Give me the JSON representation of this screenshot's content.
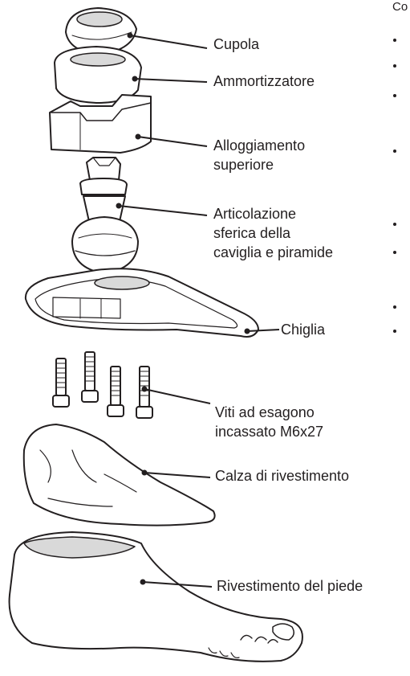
{
  "header_fragment": "Co",
  "labels": {
    "cupola": "Cupola",
    "ammortizzatore": "Ammortizzatore",
    "alloggiamento": [
      "Alloggiamento",
      "superiore"
    ],
    "articolazione": [
      "Articolazione",
      "sferica della",
      "caviglia e piramide"
    ],
    "chiglia": "Chiglia",
    "viti": [
      "Viti ad esagono",
      "incassato M6x27"
    ],
    "calza": "Calza di rivestimento",
    "rivestimento": "Rivestimento del piede"
  },
  "bullet_count": 8,
  "colors": {
    "line": "#231f20",
    "fill": "#ffffff",
    "shade": "#d9d9d9"
  }
}
